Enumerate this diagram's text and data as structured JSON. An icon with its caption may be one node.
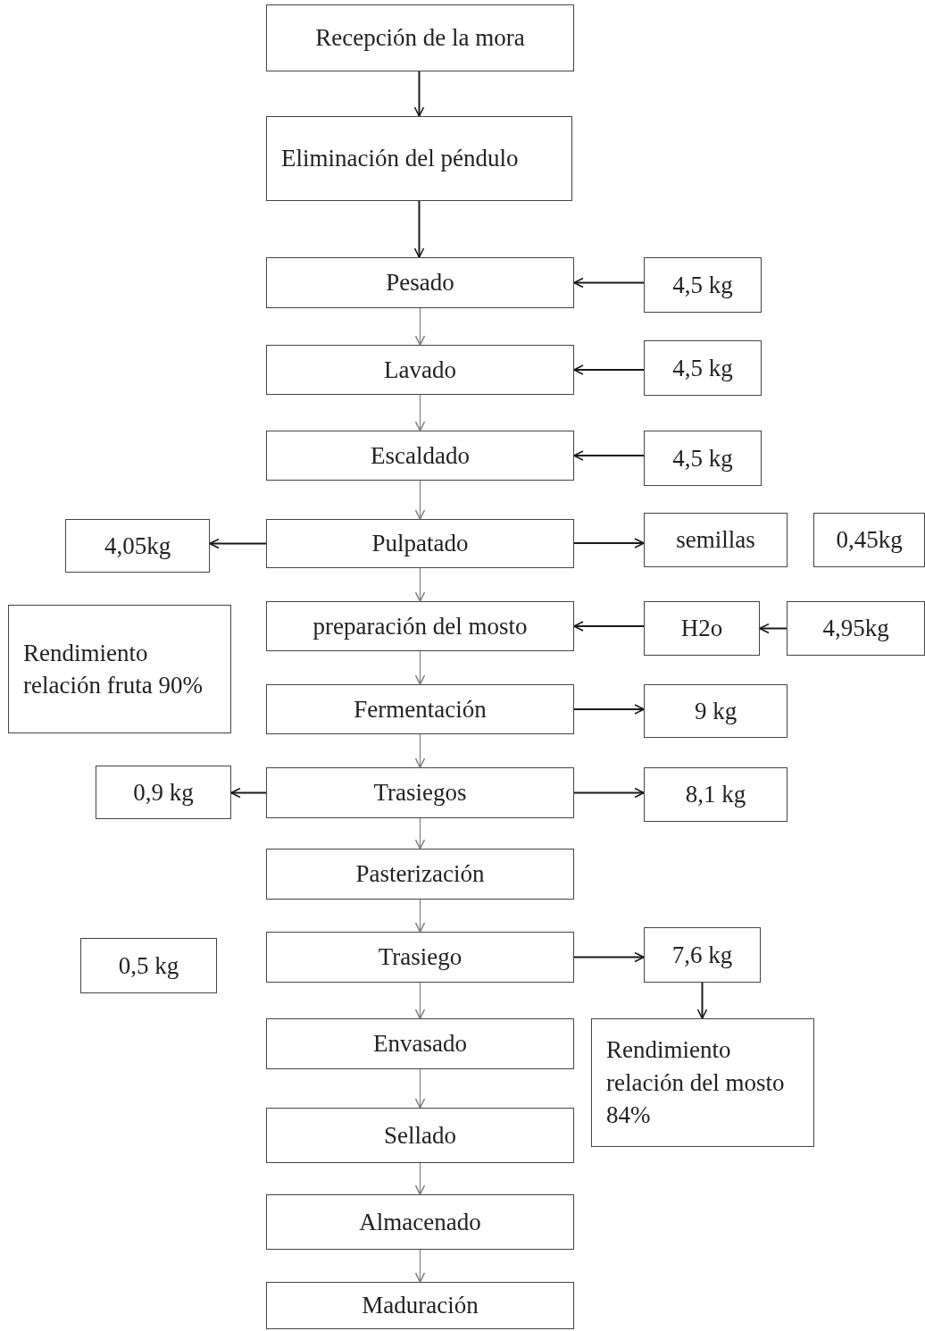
{
  "diagram": {
    "nodes": [
      {
        "text": [
          "Recepción de la mora"
        ]
      },
      {
        "text": [
          "Eliminación del péndulo"
        ]
      },
      {
        "text": [
          "Pesado"
        ]
      },
      {
        "text": [
          "4,5 kg"
        ]
      },
      {
        "text": [
          "Lavado"
        ]
      },
      {
        "text": [
          "4,5 kg"
        ]
      },
      {
        "text": [
          "Escaldado"
        ]
      },
      {
        "text": [
          "4,5 kg"
        ]
      },
      {
        "text": [
          "4,05kg"
        ]
      },
      {
        "text": [
          "Pulpatado"
        ]
      },
      {
        "text": [
          "semillas"
        ]
      },
      {
        "text": [
          "0,45kg"
        ]
      },
      {
        "text": [
          "Rendimiento relación fruta 90%"
        ]
      },
      {
        "text": [
          "preparación del mosto"
        ]
      },
      {
        "text": [
          "H2o"
        ]
      },
      {
        "text": [
          "4,95kg"
        ]
      },
      {
        "text": [
          "Fermentación"
        ]
      },
      {
        "text": [
          "9 kg"
        ]
      },
      {
        "text": [
          "0,9 kg"
        ]
      },
      {
        "text": [
          "Trasiegos"
        ]
      },
      {
        "text": [
          "8,1 kg"
        ]
      },
      {
        "text": [
          "Pasterización"
        ]
      },
      {
        "text": [
          "0,5 kg"
        ]
      },
      {
        "text": [
          "Trasiego"
        ]
      },
      {
        "text": [
          "7,6 kg"
        ]
      },
      {
        "text": [
          "Envasado"
        ]
      },
      {
        "text": [
          "Rendimiento relación del mosto 84%"
        ]
      },
      {
        "text": [
          "Sellado"
        ]
      },
      {
        "text": [
          "Almacenado"
        ]
      },
      {
        "text": [
          "Maduración"
        ]
      }
    ],
    "edges": [
      {
        "from": 0,
        "to": 1,
        "arrow": "to"
      },
      {
        "from": 1,
        "to": 2,
        "arrow": "to"
      },
      {
        "from": 2,
        "to": 4,
        "arrow": "to",
        "color": "#808080"
      },
      {
        "from": 4,
        "to": 6,
        "arrow": "to",
        "color": "#808080"
      },
      {
        "from": 6,
        "to": 9,
        "arrow": "to",
        "color": "#808080"
      },
      {
        "from": 9,
        "to": 13,
        "arrow": "to",
        "color": "#808080"
      },
      {
        "from": 13,
        "to": 16,
        "arrow": "to",
        "color": "#808080"
      },
      {
        "from": 16,
        "to": 19,
        "arrow": "to",
        "color": "#808080"
      },
      {
        "from": 19,
        "to": 21,
        "arrow": "to",
        "color": "#808080"
      },
      {
        "from": 21,
        "to": 23,
        "arrow": "to",
        "color": "#808080"
      },
      {
        "from": 23,
        "to": 25,
        "arrow": "to",
        "color": "#808080"
      },
      {
        "from": 25,
        "to": 27,
        "arrow": "to",
        "color": "#808080"
      },
      {
        "from": 27,
        "to": 28,
        "arrow": "to",
        "color": "#808080"
      },
      {
        "from": 28,
        "to": 29,
        "arrow": "to",
        "color": "#808080"
      },
      {
        "from": 3,
        "to": 2,
        "arrow": "to"
      },
      {
        "from": 5,
        "to": 4,
        "arrow": "to"
      },
      {
        "from": 7,
        "to": 6,
        "arrow": "to"
      },
      {
        "from": 9,
        "to": 8,
        "arrow": "to"
      },
      {
        "from": 9,
        "to": 10,
        "arrow": "to"
      },
      {
        "from": 14,
        "to": 13,
        "arrow": "to"
      },
      {
        "from": 15,
        "to": 14,
        "arrow": "to"
      },
      {
        "from": 16,
        "to": 17,
        "arrow": "to"
      },
      {
        "from": 19,
        "to": 18,
        "arrow": "to"
      },
      {
        "from": 19,
        "to": 20,
        "arrow": "to"
      },
      {
        "from": 23,
        "to": 24,
        "arrow": "to"
      },
      {
        "from": 24,
        "to": 26,
        "arrow": "to"
      }
    ]
  }
}
